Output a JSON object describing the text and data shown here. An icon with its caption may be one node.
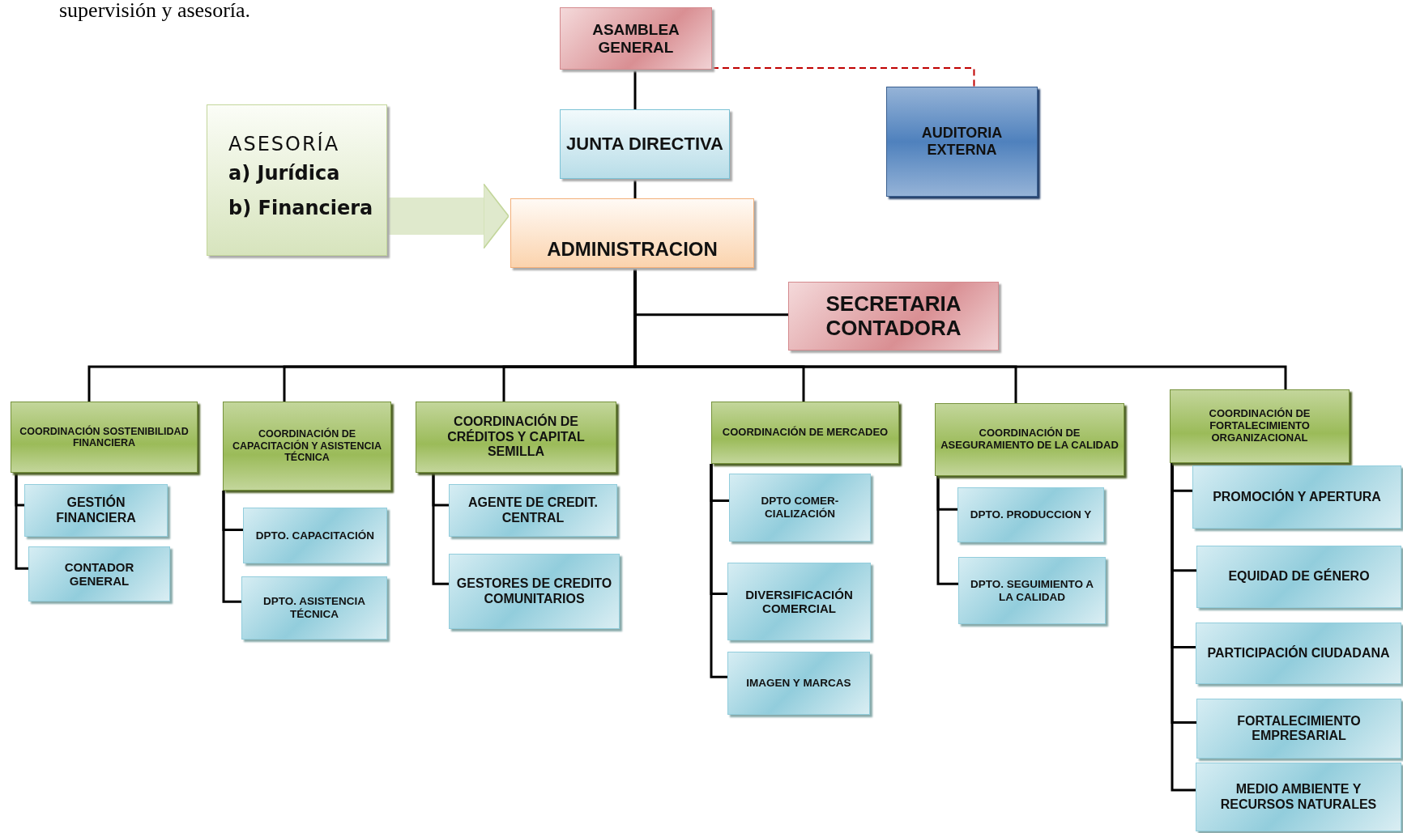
{
  "diagram": {
    "nodes": [
      {
        "text": [
          "ASAMBLEA GENERAL"
        ]
      },
      {
        "text": [
          "AUDITORIA EXTERNA"
        ]
      },
      {
        "text": [
          "ASESORÍA",
          "a) Jurídica",
          "b) Financiera"
        ]
      },
      {
        "text": [
          "JUNTA DIRECTIVA"
        ]
      },
      {
        "text": [
          "ADMINISTRACION"
        ]
      },
      {
        "text": [
          "SECRETARIA CONTADORA"
        ]
      },
      {
        "text": [
          "COORDINACIÓN SOSTENIBILIDAD FINANCIERA"
        ]
      },
      {
        "text": [
          "GESTIÓN FINANCIERA"
        ]
      },
      {
        "text": [
          "CONTADOR GENERAL"
        ]
      },
      {
        "text": [
          "COORDINACIÓN DE CAPACITACIÓN Y ASISTENCIA TÉCNICA"
        ]
      },
      {
        "text": [
          "DPTO. CAPACITACIÓN"
        ]
      },
      {
        "text": [
          "DPTO. ASISTENCIA TÉCNICA"
        ]
      },
      {
        "text": [
          "COORDINACIÓN DE CRÉDITOS Y CAPITAL SEMILLA"
        ]
      },
      {
        "text": [
          "AGENTE DE CREDIT. CENTRAL"
        ]
      },
      {
        "text": [
          "GESTORES DE CREDITO COMUNITARIOS"
        ]
      },
      {
        "text": [
          "COORDINACIÓN DE MERCADEO"
        ]
      },
      {
        "text": [
          "DPTO COMER-CIALIZACIÓN"
        ]
      },
      {
        "text": [
          "DIVERSIFICACIÓN COMERCIAL"
        ]
      },
      {
        "text": [
          "IMAGEN Y MARCAS"
        ]
      },
      {
        "text": [
          "COORDINACIÓN DE ASEGURAMIENTO DE LA CALIDAD"
        ]
      },
      {
        "text": [
          "DPTO. PRODUCCION Y"
        ]
      },
      {
        "text": [
          "DPTO. SEGUIMIENTO A LA CALIDAD"
        ]
      },
      {
        "text": [
          "COORDINACIÓN DE FORTALECIMIENTO ORGANIZACIONAL"
        ]
      },
      {
        "text": [
          "PROMOCIÓN Y APERTURA"
        ]
      },
      {
        "text": [
          "EQUIDAD DE GÉNERO"
        ]
      },
      {
        "text": [
          "PARTICIPACIÓN CIUDADANA"
        ]
      },
      {
        "text": [
          "FORTALECIMIENTO EMPRESARIAL"
        ]
      },
      {
        "text": [
          "MEDIO AMBIENTE Y RECURSOS NATURALES"
        ]
      }
    ],
    "edges": [
      {
        "from": 0,
        "to": 3,
        "arrow": "none"
      },
      {
        "from": 3,
        "to": 4,
        "arrow": "none"
      },
      {
        "from": 0,
        "to": 1,
        "arrow": "none",
        "style": "dashed",
        "color": "#c00000"
      },
      {
        "from": 2,
        "to": 4,
        "arrow": "to",
        "style": "thick",
        "color": "#dfe9cc"
      },
      {
        "from": 4,
        "to": 5,
        "arrow": "none"
      },
      {
        "from": 4,
        "to": 6,
        "arrow": "none"
      },
      {
        "from": 4,
        "to": 9,
        "arrow": "none"
      },
      {
        "from": 4,
        "to": 12,
        "arrow": "none"
      },
      {
        "from": 4,
        "to": 15,
        "arrow": "none"
      },
      {
        "from": 4,
        "to": 19,
        "arrow": "none"
      },
      {
        "from": 4,
        "to": 22,
        "arrow": "none"
      },
      {
        "from": 6,
        "to": 7,
        "arrow": "none"
      },
      {
        "from": 6,
        "to": 8,
        "arrow": "none"
      },
      {
        "from": 9,
        "to": 10,
        "arrow": "none"
      },
      {
        "from": 9,
        "to": 11,
        "arrow": "none"
      },
      {
        "from": 12,
        "to": 13,
        "arrow": "none"
      },
      {
        "from": 12,
        "to": 14,
        "arrow": "none"
      },
      {
        "from": 15,
        "to": 16,
        "arrow": "none"
      },
      {
        "from": 15,
        "to": 17,
        "arrow": "none"
      },
      {
        "from": 15,
        "to": 18,
        "arrow": "none"
      },
      {
        "from": 19,
        "to": 20,
        "arrow": "none"
      },
      {
        "from": 19,
        "to": 21,
        "arrow": "none"
      },
      {
        "from": 22,
        "to": 23,
        "arrow": "none"
      },
      {
        "from": 22,
        "to": 24,
        "arrow": "none"
      },
      {
        "from": 22,
        "to": 25,
        "arrow": "none"
      },
      {
        "from": 22,
        "to": 26,
        "arrow": "none"
      },
      {
        "from": 22,
        "to": 27,
        "arrow": "none"
      }
    ],
    "labels": [
      "supervisión y asesoría."
    ]
  }
}
